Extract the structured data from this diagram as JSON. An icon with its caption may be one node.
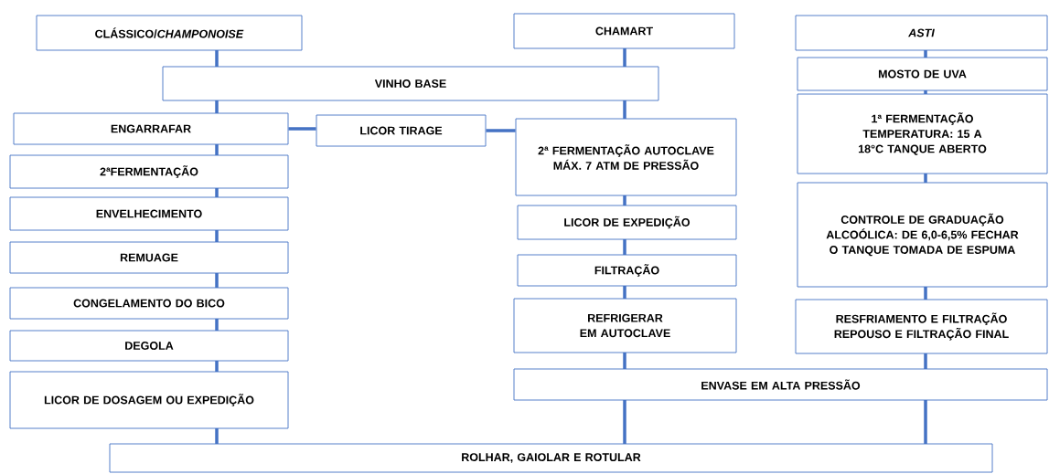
{
  "diagram": {
    "nodes": [
      {
        "text": [
          "CLÁSSICO/*CHAMPONOISE*"
        ]
      },
      {
        "text": [
          "CHAMART"
        ]
      },
      {
        "text": [
          "ASTI"
        ]
      },
      {
        "text": [
          "VINHO BASE"
        ]
      },
      {
        "text": [
          "ENGARRAFAR"
        ]
      },
      {
        "text": [
          "LICOR TIRAGE"
        ]
      },
      {
        "text": [
          "2ª FERMENTAÇÃO AUTOCLAVE MÁX. 7 ATM DE PRESSÃO"
        ]
      },
      {
        "text": [
          "MOSTO DE UVA"
        ]
      },
      {
        "text": [
          "1ª FERMENTAÇÃO TEMPERATURA: 15 A 18°C TANQUE ABERTO"
        ]
      },
      {
        "text": [
          "2ªFERMENTAÇÃO"
        ]
      },
      {
        "text": [
          "ENVELHECIMENTO"
        ]
      },
      {
        "text": [
          "CONTROLE DE GRADUAÇÃO ALCOÓLICA: DE 6,0-6,5% FECHAR O TANQUE TOMADA DE ESPUMA"
        ]
      },
      {
        "text": [
          "LICOR DE EXPEDIÇÃO"
        ]
      },
      {
        "text": [
          "REMUAGE"
        ]
      },
      {
        "text": [
          "FILTRAÇÃO"
        ]
      },
      {
        "text": [
          "CONGELAMENTO DO BICO"
        ]
      },
      {
        "text": [
          "REFRIGERAR EM AUTOCLAVE"
        ]
      },
      {
        "text": [
          "RESFRIAMENTO E FILTRAÇÃO REPOUSO E FILTRAÇÃO FINAL"
        ]
      },
      {
        "text": [
          "DEGOLA"
        ]
      },
      {
        "text": [
          "LICOR DE DOSAGEM OU EXPEDIÇÃO"
        ]
      },
      {
        "text": [
          "ENVASE EM ALTA PRESSÃO"
        ]
      },
      {
        "text": [
          "ROLHAR, GAIOLAR E ROTULAR"
        ]
      }
    ],
    "edges": [
      {
        "from": 0,
        "to": 3,
        "arrow": "none"
      },
      {
        "from": 1,
        "to": 3,
        "arrow": "none"
      },
      {
        "from": 3,
        "to": 4,
        "arrow": "none"
      },
      {
        "from": 3,
        "to": 6,
        "arrow": "none"
      },
      {
        "from": 4,
        "to": 5,
        "arrow": "none"
      },
      {
        "from": 5,
        "to": 6,
        "arrow": "none"
      },
      {
        "from": 4,
        "to": 9,
        "arrow": "none"
      },
      {
        "from": 9,
        "to": 10,
        "arrow": "none"
      },
      {
        "from": 10,
        "to": 13,
        "arrow": "none"
      },
      {
        "from": 13,
        "to": 15,
        "arrow": "none"
      },
      {
        "from": 15,
        "to": 18,
        "arrow": "none"
      },
      {
        "from": 18,
        "to": 19,
        "arrow": "none"
      },
      {
        "from": 19,
        "to": 21,
        "arrow": "none"
      },
      {
        "from": 6,
        "to": 12,
        "arrow": "none"
      },
      {
        "from": 12,
        "to": 14,
        "arrow": "none"
      },
      {
        "from": 14,
        "to": 16,
        "arrow": "none"
      },
      {
        "from": 16,
        "to": 20,
        "arrow": "none"
      },
      {
        "from": 20,
        "to": 21,
        "arrow": "none"
      },
      {
        "from": 2,
        "to": 7,
        "arrow": "none"
      },
      {
        "from": 7,
        "to": 8,
        "arrow": "none"
      },
      {
        "from": 8,
        "to": 11,
        "arrow": "none"
      },
      {
        "from": 11,
        "to": 17,
        "arrow": "none"
      },
      {
        "from": 17,
        "to": 20,
        "arrow": "none"
      },
      {
        "from": 20,
        "to": 21,
        "arrow": "none"
      }
    ]
  }
}
